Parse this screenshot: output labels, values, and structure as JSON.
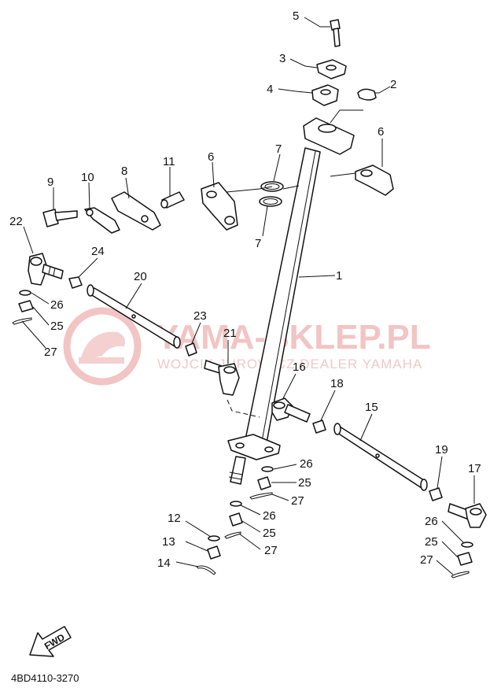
{
  "watermark": {
    "title": "YAMA-SKLEP.PL",
    "subtitle": "WOJCIK JUROWICZ DEALER YAMAHA",
    "color": "#f2c4c4"
  },
  "fwd_label": "FWD",
  "diagram_code": "4BD4110-3270",
  "callouts": [
    {
      "id": "c5",
      "text": "5"
    },
    {
      "id": "c3",
      "text": "3"
    },
    {
      "id": "c4",
      "text": "4"
    },
    {
      "id": "c2",
      "text": "2"
    },
    {
      "id": "c6a",
      "text": "6"
    },
    {
      "id": "c6b",
      "text": "6"
    },
    {
      "id": "c7a",
      "text": "7"
    },
    {
      "id": "c7b",
      "text": "7"
    },
    {
      "id": "c9",
      "text": "9"
    },
    {
      "id": "c10",
      "text": "10"
    },
    {
      "id": "c8",
      "text": "8"
    },
    {
      "id": "c11",
      "text": "11"
    },
    {
      "id": "c22",
      "text": "22"
    },
    {
      "id": "c24",
      "text": "24"
    },
    {
      "id": "c20",
      "text": "20"
    },
    {
      "id": "c1",
      "text": "1"
    },
    {
      "id": "c26a",
      "text": "26"
    },
    {
      "id": "c25a",
      "text": "25"
    },
    {
      "id": "c27a",
      "text": "27"
    },
    {
      "id": "c23",
      "text": "23"
    },
    {
      "id": "c21",
      "text": "21"
    },
    {
      "id": "c16",
      "text": "16"
    },
    {
      "id": "c18",
      "text": "18"
    },
    {
      "id": "c15",
      "text": "15"
    },
    {
      "id": "c19",
      "text": "19"
    },
    {
      "id": "c17",
      "text": "17"
    },
    {
      "id": "c26b",
      "text": "26"
    },
    {
      "id": "c25b",
      "text": "25"
    },
    {
      "id": "c27b",
      "text": "27"
    },
    {
      "id": "c26c",
      "text": "26"
    },
    {
      "id": "c25c",
      "text": "25"
    },
    {
      "id": "c27c",
      "text": "27"
    },
    {
      "id": "c12",
      "text": "12"
    },
    {
      "id": "c13",
      "text": "13"
    },
    {
      "id": "c14",
      "text": "14"
    },
    {
      "id": "c26d",
      "text": "26"
    },
    {
      "id": "c25d",
      "text": "25"
    },
    {
      "id": "c27d",
      "text": "27"
    }
  ]
}
